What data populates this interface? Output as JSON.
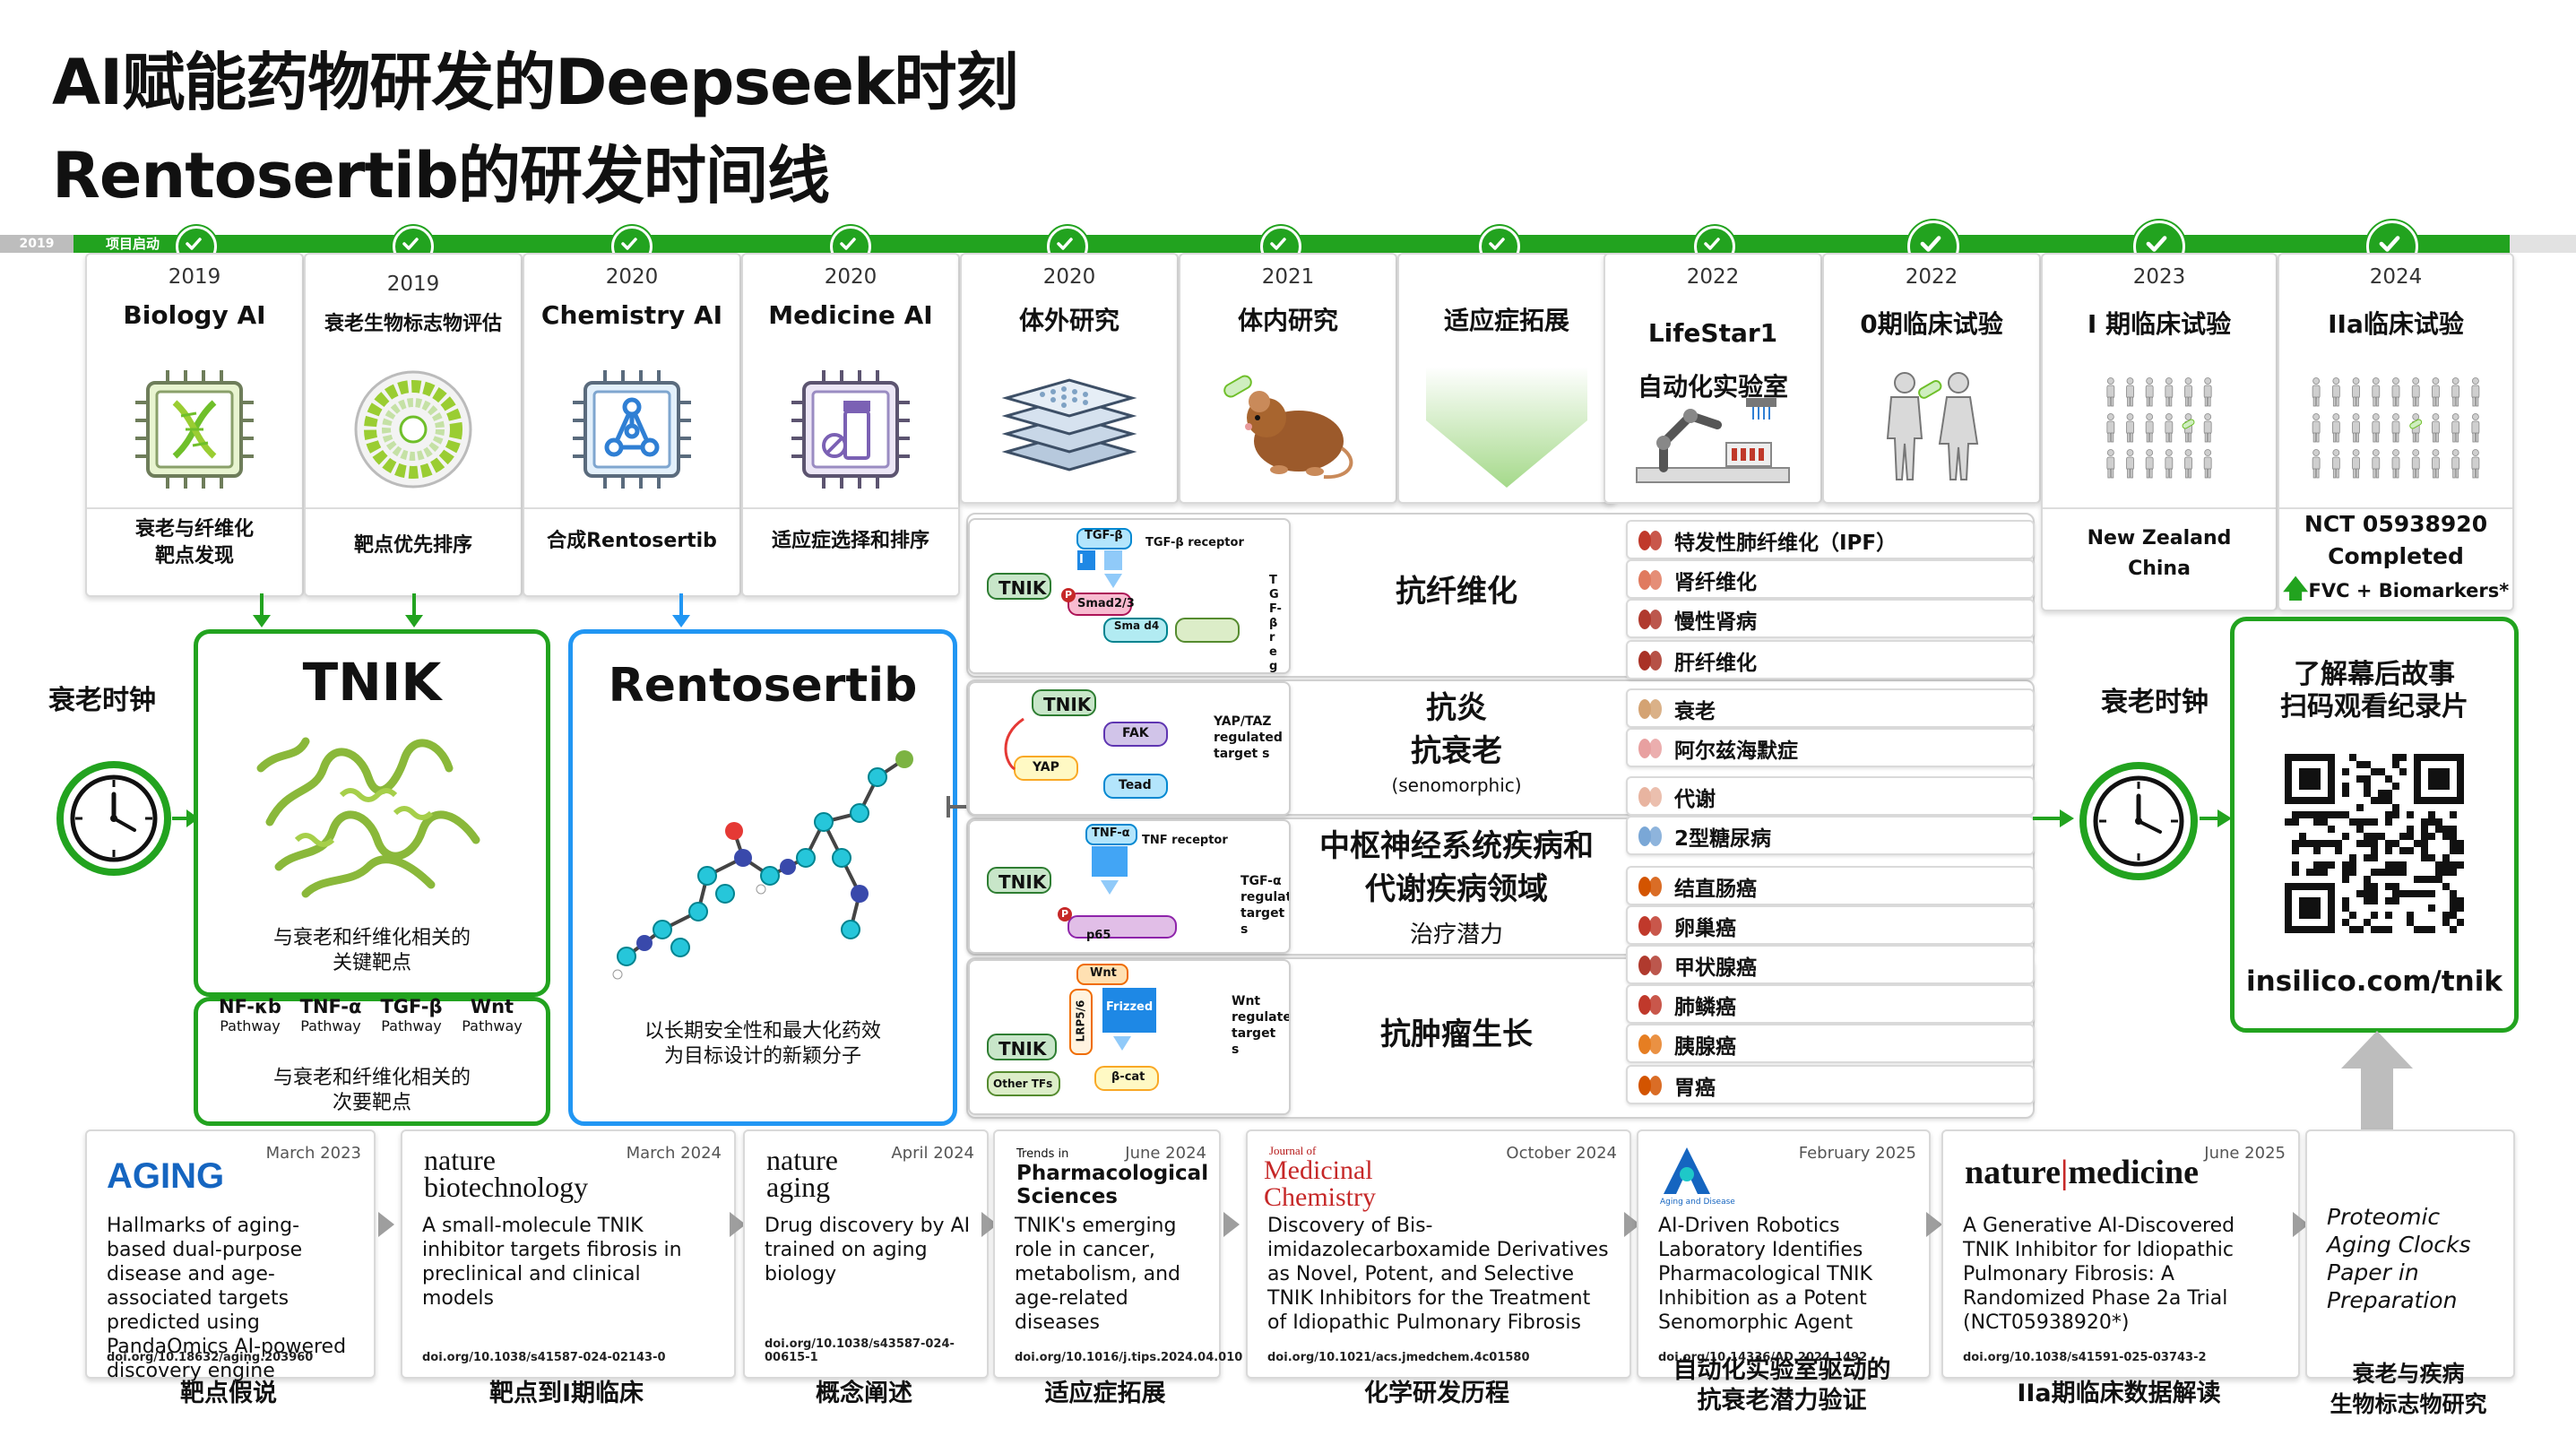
{
  "header": {
    "line1": "AI赋能药物研发的Deepseek时刻",
    "line2": "Rentosertib的研发时间线"
  },
  "timeline": {
    "start_year": "2019",
    "start_label": "项目启动"
  },
  "milestones": [
    {
      "year": "2019",
      "title": "Biology AI",
      "sub": "衰老与纤维化\n靶点发现",
      "icon": "dna-chip-icon"
    },
    {
      "year": "2019",
      "title": "衰老生物标志物评估",
      "sub": "靶点优先排序",
      "icon": "aging-clock-wheel-icon"
    },
    {
      "year": "2020",
      "title": "Chemistry AI",
      "sub": "合成Rentosertib",
      "icon": "molecule-chip-icon"
    },
    {
      "year": "2020",
      "title": "Medicine AI",
      "sub": "适应症选择和排序",
      "icon": "pill-bottle-chip-icon"
    },
    {
      "year": "2020",
      "title": "体外研究",
      "sub": "",
      "icon": "well-plates-icon"
    },
    {
      "year": "2021",
      "title": "体内研究",
      "sub": "",
      "icon": "mouse-icon"
    },
    {
      "year": "",
      "title": "适应症拓展",
      "sub": "",
      "icon": "funnel-arrow-icon"
    },
    {
      "year": "2022",
      "title": "LifeStar1\n自动化实验室",
      "sub": "",
      "icon": "robot-arm-icon"
    },
    {
      "year": "2022",
      "title": "0期临床试验",
      "sub": "",
      "icon": "human-figures-icon"
    },
    {
      "year": "2023",
      "title": "I 期临床试验",
      "sub": "New Zealand\nChina",
      "icon": "people-grid-icon"
    },
    {
      "year": "2024",
      "title": "IIa临床试验",
      "sub_line1": "NCT 05938920",
      "sub_line2": "Completed",
      "sub_line3": "FVC + Biomarkers*",
      "icon": "people-grid-large-icon"
    }
  ],
  "left": {
    "aging_clock_label": "衰老时钟",
    "tnik_title": "TNIK",
    "tnik_caption": "与衰老和纤维化相关的\n关键靶点",
    "pathways": [
      {
        "name": "NF-κb",
        "sub": "Pathway"
      },
      {
        "name": "TNF-α",
        "sub": "Pathway"
      },
      {
        "name": "TGF-β",
        "sub": "Pathway"
      },
      {
        "name": "Wnt",
        "sub": "Pathway"
      }
    ],
    "secondary_caption": "与衰老和纤维化相关的\n次要靶点",
    "rento_title": "Rentosertib",
    "rento_caption": "以长期安全性和最大化药效\n为目标设计的新颖分子"
  },
  "pathway_diagrams": [
    {
      "ligand": "TGF-β",
      "receptor": "TGF-β receptor",
      "kinase": "TNIK",
      "nodes": [
        "Smad2/3",
        "Sma d4"
      ],
      "side": "TGF-β regulated",
      "p": "P",
      "i": "I"
    },
    {
      "ligand": "",
      "receptor": "",
      "kinase": "TNIK",
      "nodes": [
        "FAK",
        "YAP",
        "Tead"
      ],
      "side": "YAP/TAZ regulated target s",
      "p": "",
      "i": ""
    },
    {
      "ligand": "TNF-α",
      "receptor": "TNF receptor",
      "kinase": "TNIK",
      "nodes": [
        "p65"
      ],
      "side": "TGF-α regulated target s",
      "p": "P",
      "i": ""
    },
    {
      "ligand": "Wnt",
      "receptor": "",
      "kinase": "TNIK",
      "nodes": [
        "Frizzed",
        "LRP5/6",
        "β-cat",
        "Other TFs"
      ],
      "side": "Wnt regulated target s",
      "p": "",
      "i": ""
    }
  ],
  "therapeutic_areas": [
    {
      "label": "抗纤维化",
      "note": ""
    },
    {
      "label": "抗炎\n抗衰老",
      "note": "(senomorphic)"
    },
    {
      "label": "中枢神经系统疾病和\n代谢疾病领域",
      "note": "治疗潜力"
    },
    {
      "label": "抗肿瘤生长",
      "note": ""
    }
  ],
  "indications": [
    {
      "label": "特发性肺纤维化（IPF）",
      "icon": "lungs-icon",
      "color": "#c0392b"
    },
    {
      "label": "肾纤维化",
      "icon": "hand-icon",
      "color": "#e07a5f"
    },
    {
      "label": "慢性肾病",
      "icon": "kidneys-icon",
      "color": "#b03a2e"
    },
    {
      "label": "肝纤维化",
      "icon": "liver-icon",
      "color": "#a93226"
    },
    {
      "label": "衰老",
      "icon": "elderly-icon",
      "color": "#d4a373"
    },
    {
      "label": "阿尔兹海默症",
      "icon": "brain-icon",
      "color": "#e8a0a0"
    },
    {
      "label": "代谢",
      "icon": "body-icon",
      "color": "#e8b4a0"
    },
    {
      "label": "2型糖尿病",
      "icon": "syringe-icon",
      "color": "#7aa7d6"
    },
    {
      "label": "结直肠癌",
      "icon": "intestine-icon",
      "color": "#d35400"
    },
    {
      "label": "卵巢癌",
      "icon": "uterus-icon",
      "color": "#c0392b"
    },
    {
      "label": "甲状腺癌",
      "icon": "thyroid-icon",
      "color": "#b03a2e"
    },
    {
      "label": "肺鳞癌",
      "icon": "lungs-icon",
      "color": "#c0392b"
    },
    {
      "label": "胰腺癌",
      "icon": "pancreas-icon",
      "color": "#e67e22"
    },
    {
      "label": "胃癌",
      "icon": "stomach-icon",
      "color": "#d35400"
    }
  ],
  "right": {
    "aging_clock_label": "衰老时钟",
    "story_line1": "了解幕后故事",
    "story_line2": "扫码观看纪录片",
    "url": "insilico.com/tnik"
  },
  "publications": [
    {
      "journal": "AGING",
      "date": "March 2023",
      "text": "Hallmarks of aging-based dual-purpose disease and age-associated targets predicted using PandaOmics AI-powered discovery engine",
      "doi": "doi.org/10.18632/aging.203960",
      "caption": "靶点假说"
    },
    {
      "journal_line1": "nature",
      "journal_line2": "biotechnology",
      "date": "March 2024",
      "text": "A small-molecule TNIK inhibitor targets fibrosis in preclinical and clinical models",
      "doi": "doi.org/10.1038/s41587-024-02143-0",
      "caption": "靶点到I期临床"
    },
    {
      "journal_line1": "nature",
      "journal_line2": "aging",
      "date": "April 2024",
      "text": "Drug discovery by AI trained on aging biology",
      "doi": "doi.org/10.1038/s43587-024-00615-1",
      "caption": "概念阐述"
    },
    {
      "journal_line0": "Trends in",
      "journal_line1": "Pharmacological",
      "journal_line2": "Sciences",
      "date": "June 2024",
      "text": "TNIK's emerging role in cancer, metabolism, and age-related diseases",
      "doi": "doi.org/10.1016/j.tips.2024.04.010",
      "caption": "适应症拓展"
    },
    {
      "journal_line0": "Journal of",
      "journal_line1": "Medicinal",
      "journal_line2": "Chemistry",
      "date": "October 2024",
      "text": "Discovery of Bis-imidazolecarboxamide Derivatives as Novel, Potent, and Selective TNIK Inhibitors for the Treatment of Idiopathic Pulmonary Fibrosis",
      "doi": "doi.org/10.1021/acs.jmedchem.4c01580",
      "caption": "化学研发历程"
    },
    {
      "journal": "Aging and Disease",
      "date": "February 2025",
      "text": "AI-Driven Robotics Laboratory Identifies Pharmacological TNIK Inhibition as a Potent Senomorphic Agent",
      "doi": "doi.org/10.14336/AD.2024.1492",
      "caption": "自动化实验室驱动的\n抗衰老潜力验证"
    },
    {
      "journal_line1": "nature",
      "journal_line2": "medicine",
      "date": "June 2025",
      "text": "A Generative AI-Discovered TNIK Inhibitor for Idiopathic Pulmonary Fibrosis: A Randomized Phase 2a Trial (NCT05938920*)",
      "doi": "doi.org/10.1038/s41591-025-03743-2",
      "caption": "IIa期临床数据解读"
    },
    {
      "journal": "",
      "date": "",
      "text": "Proteomic Aging Clocks Paper in Preparation",
      "doi": "",
      "caption": "衰老与疾病\n生物标志物研究"
    }
  ],
  "colors": {
    "green": "#22a31f",
    "blue": "#2196f3",
    "gray": "#9e9e9e",
    "red": "#e53935"
  }
}
